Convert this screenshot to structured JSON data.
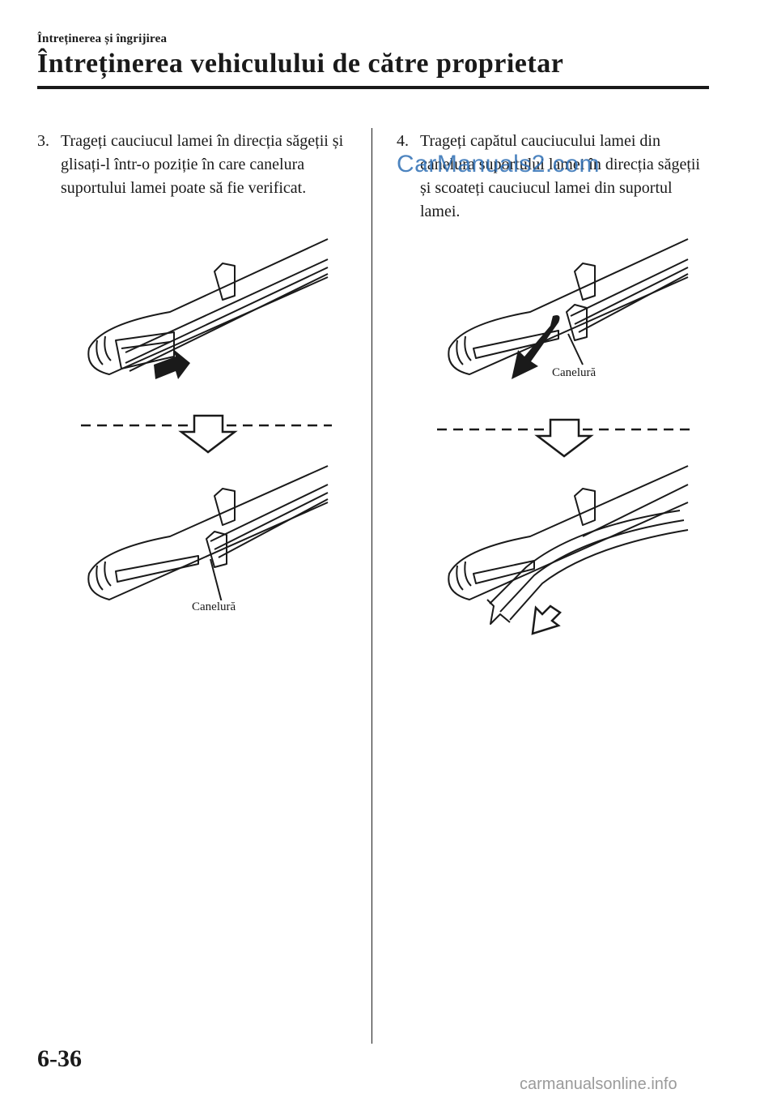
{
  "header": {
    "section_label": "Întreținerea și îngrijirea",
    "chapter_title": "Întreținerea vehiculului de către proprietar"
  },
  "steps": [
    {
      "number": "3.",
      "text": "Trageți cauciucul lamei în direcția săgeții și glisați-l într-o poziție în care canelura suportului lamei poate să fie verificat."
    },
    {
      "number": "4.",
      "text": "Trageți capătul cauciucului lamei din canelura suportului lamei în direcția săgeții și scoateți cauciucul lamei din suportul lamei."
    }
  ],
  "figures": {
    "groove_label": "Canelură"
  },
  "watermark": "CarManuals2.com",
  "page_number": "6-36",
  "footer_site": "carmanualsonline.info"
}
